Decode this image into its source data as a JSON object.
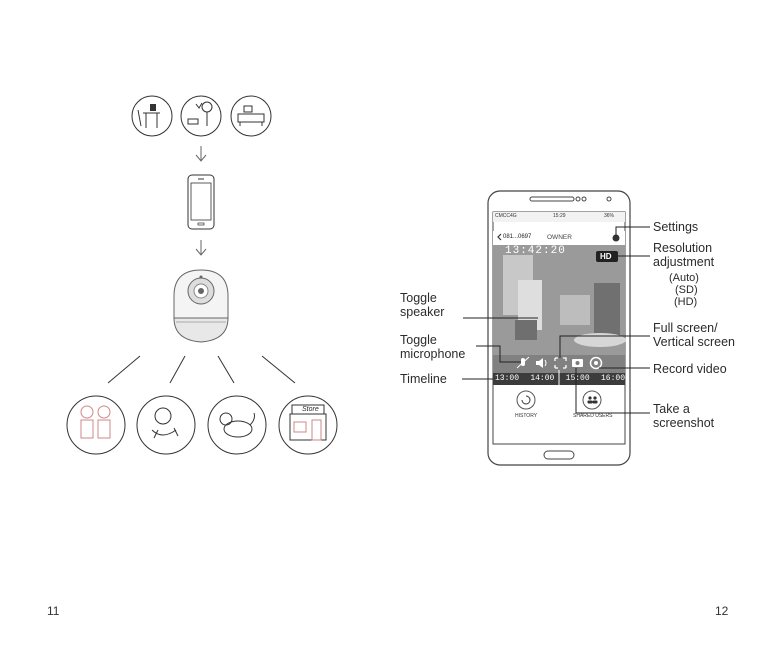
{
  "left_page": {
    "page_number": "11",
    "store_sign": "Store"
  },
  "right_page": {
    "page_number": "12",
    "phone": {
      "status_carrier": "CMCC4G",
      "status_time": "15:29",
      "status_battery": "36%",
      "camera_name": "081...0697",
      "owner_label": "OWNER",
      "timestamp": "13:42:20",
      "hd_badge": "HD",
      "timeline_ticks": [
        "13:00",
        "14:00",
        "15:00",
        "16:00"
      ],
      "history_label": "HISTORY",
      "shared_users_label": "SHARED USERS"
    },
    "callouts": {
      "settings": "Settings",
      "resolution_line1": "Resolution",
      "resolution_line2": "adjustment",
      "res_auto": "(Auto)",
      "res_sd": "(SD)",
      "res_hd": "(HD)",
      "toggle_speaker_line1": "Toggle",
      "toggle_speaker_line2": "speaker",
      "toggle_mic_line1": "Toggle",
      "toggle_mic_line2": "microphone",
      "timeline": "Timeline",
      "fullscreen_line1": "Full screen/",
      "fullscreen_line2": "Vertical screen",
      "record_video": "Record video",
      "screenshot_line1": "Take a",
      "screenshot_line2": "screenshot"
    }
  }
}
